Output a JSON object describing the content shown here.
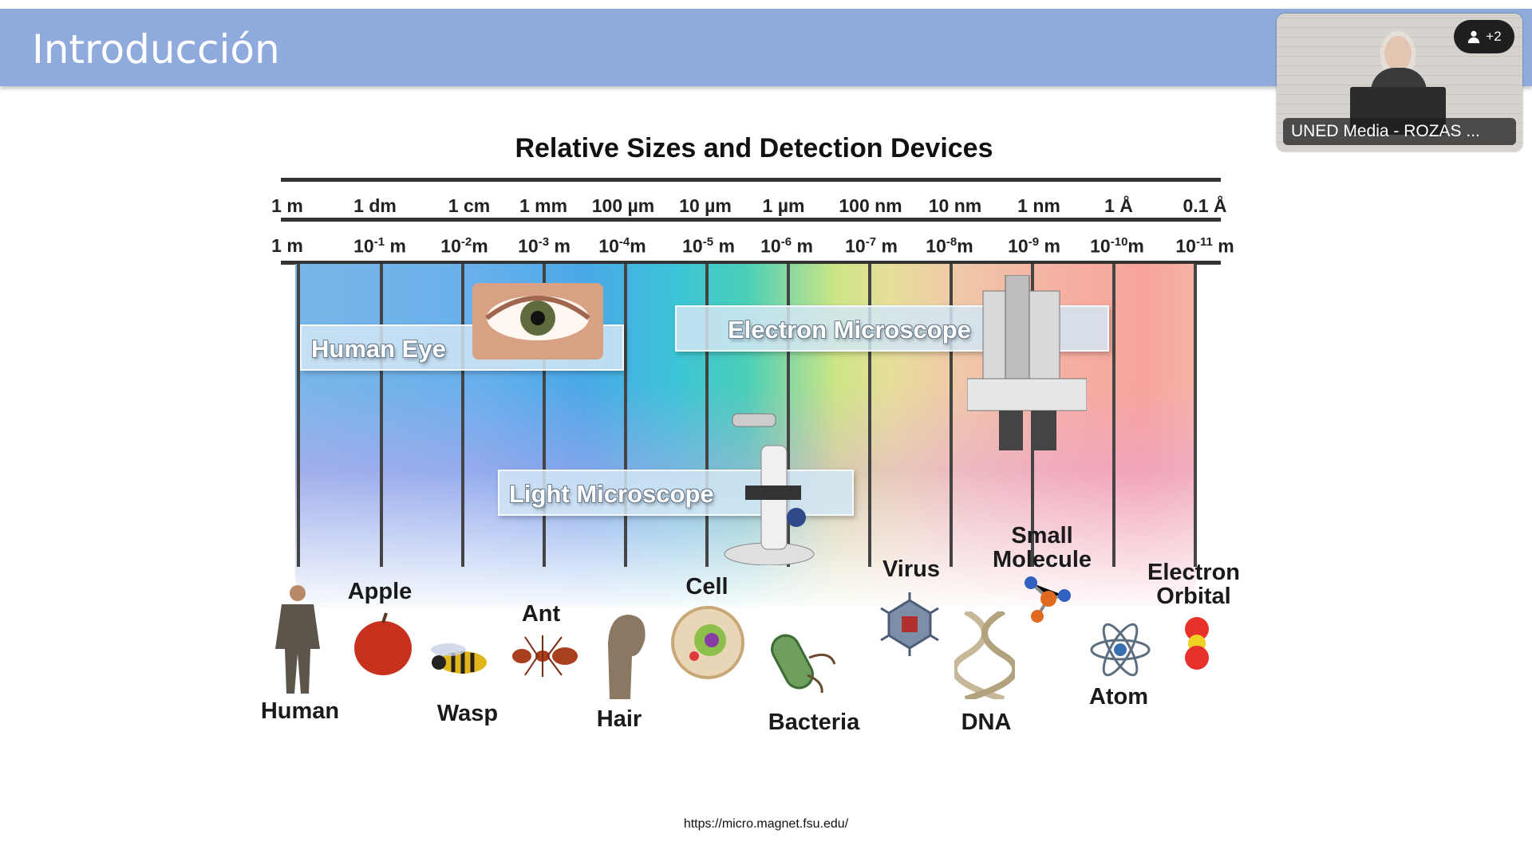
{
  "header": {
    "title": "Introducción"
  },
  "video": {
    "participants": "+2",
    "name": "UNED Media - ROZAS ..."
  },
  "figure": {
    "title": "Relative Sizes and Detection Devices",
    "units_row": [
      "1 m",
      "1 dm",
      "1 cm",
      "1 mm",
      "100 µm",
      "10 µm",
      "1 µm",
      "100 nm",
      "10 nm",
      "1 nm",
      "1 Å",
      "0.1 Å"
    ],
    "power_row": [
      {
        "base": "1 m",
        "exp": "",
        "unit": ""
      },
      {
        "base": "10",
        "exp": "-1",
        "unit": "m"
      },
      {
        "base": "10",
        "exp": "-2",
        "unit": "m"
      },
      {
        "base": "10",
        "exp": "-3",
        "unit": "m"
      },
      {
        "base": "10",
        "exp": "-4",
        "unit": "m"
      },
      {
        "base": "10",
        "exp": "-5",
        "unit": "m"
      },
      {
        "base": "10",
        "exp": "-6",
        "unit": "m"
      },
      {
        "base": "10",
        "exp": "-7",
        "unit": "m"
      },
      {
        "base": "10",
        "exp": "-8",
        "unit": "m"
      },
      {
        "base": "10",
        "exp": "-9",
        "unit": "m"
      },
      {
        "base": "10",
        "exp": "-10",
        "unit": "m"
      },
      {
        "base": "10",
        "exp": "-11",
        "unit": "m"
      }
    ],
    "bands": {
      "eye": "Human Eye",
      "electron": "Electron Microscope",
      "light": "Light Microscope"
    },
    "objects": {
      "human": "Human",
      "apple": "Apple",
      "wasp": "Wasp",
      "ant": "Ant",
      "hair": "Hair",
      "cell": "Cell",
      "bacteria": "Bacteria",
      "virus": "Virus",
      "small_molecule": "Small\nMolecule",
      "dna": "DNA",
      "atom": "Atom",
      "electron_orbital": "Electron\nOrbital"
    }
  },
  "source": "https://micro.magnet.fsu.edu/"
}
